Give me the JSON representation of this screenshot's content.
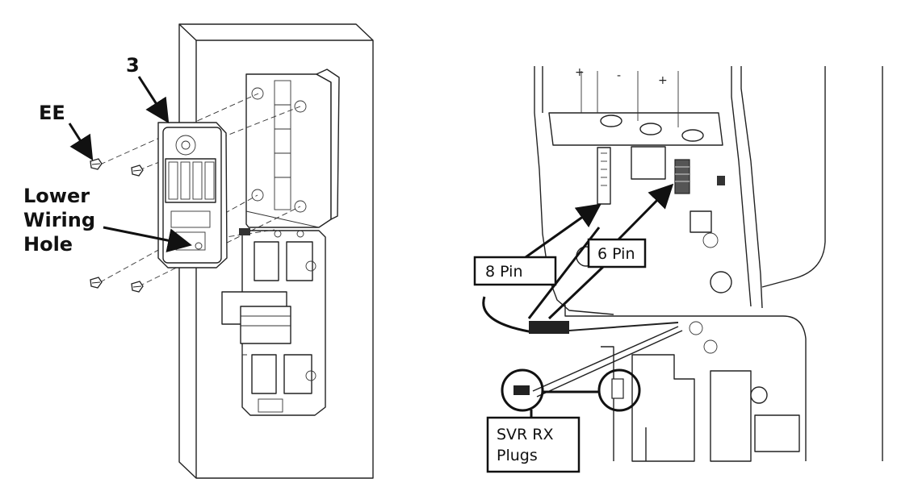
{
  "left_panel": {
    "labels": {
      "part_number": "3",
      "screw_label": "EE",
      "lower_wiring_hole_line1": "Lower",
      "lower_wiring_hole_line2": "Wiring",
      "lower_wiring_hole_line3": "Hole"
    }
  },
  "right_panel": {
    "labels": {
      "eight_pin": "8 Pin",
      "six_pin": "6 Pin",
      "svr_rx_line1": "SVR RX",
      "svr_rx_line2": "Plugs"
    }
  }
}
